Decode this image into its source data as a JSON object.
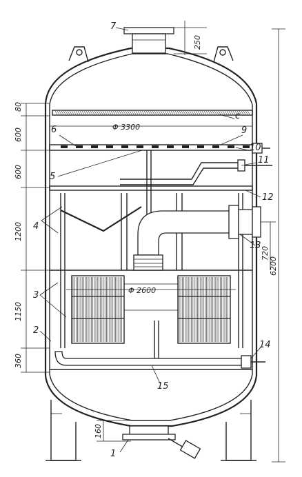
{
  "callouts": {
    "c1": "1",
    "c2": "2",
    "c3": "3",
    "c4": "4",
    "c5": "5",
    "c6": "6",
    "c7": "7",
    "c9": "9",
    "c10": "10",
    "c11": "11",
    "c12": "12",
    "c13": "13",
    "c14": "14",
    "c15": "15",
    "cc": "c"
  },
  "dimensions": {
    "top_flange": "250",
    "d80": "80",
    "d600a": "600",
    "d600b": "600",
    "d1200": "1200",
    "d1150": "1150",
    "d360": "360",
    "d160": "160",
    "d720": "720",
    "total_height": "6200",
    "dia_shell": "Φ 3300",
    "dia_inner": "Φ 2600"
  }
}
